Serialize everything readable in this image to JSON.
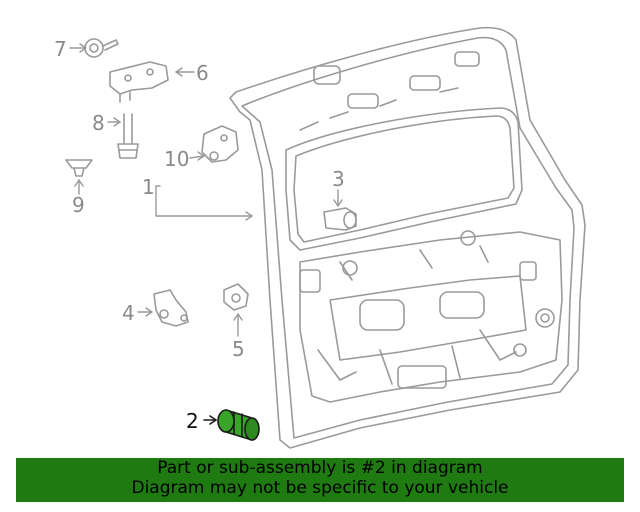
{
  "callouts": {
    "c1": "1",
    "c2": "2",
    "c3": "3",
    "c4": "4",
    "c5": "5",
    "c6": "6",
    "c7": "7",
    "c8": "8",
    "c9": "9",
    "c10": "10"
  },
  "highlighted_part": "2",
  "colors": {
    "line_art": "#8a8a8a",
    "highlight_fill": "#3aa32a",
    "banner_bg": "#1f7a12",
    "banner_text": "#000000"
  },
  "banner": {
    "line1": "Part or sub-assembly is #2 in diagram",
    "line2": "Diagram may not be specific to your vehicle"
  }
}
